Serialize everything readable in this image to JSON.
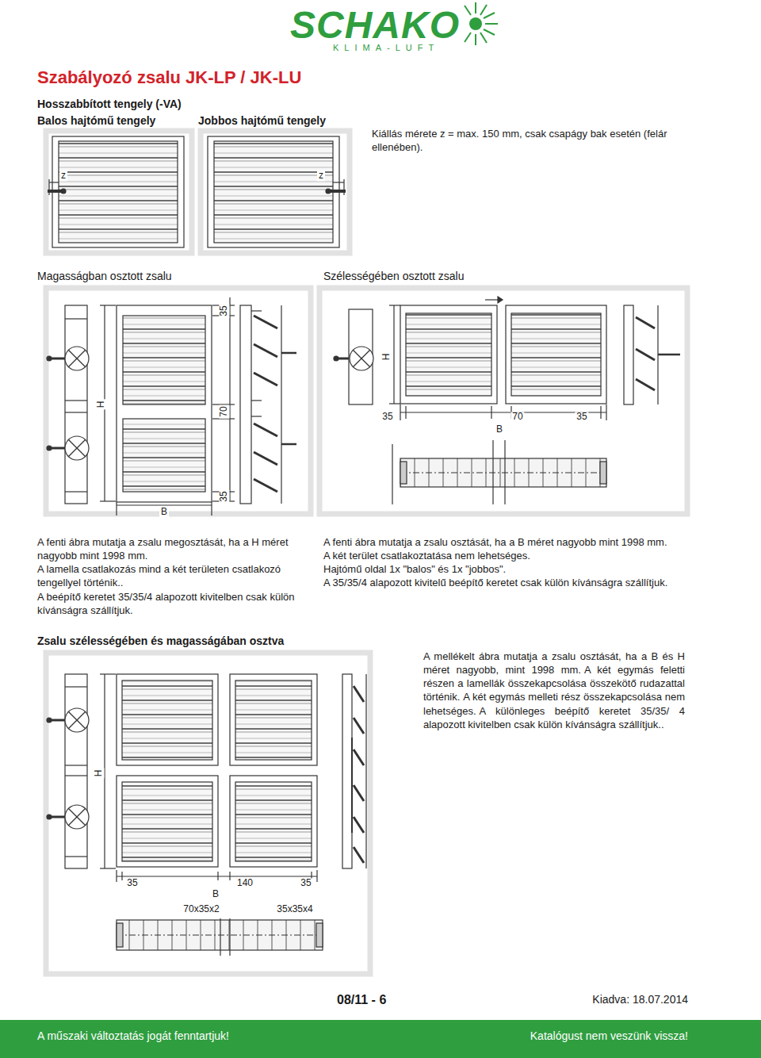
{
  "diagram": {
    "title": "Szabályozó zsalu JK-LP / JK-LU",
    "labels": [
      "SCHAKO",
      "KLIMA-LUFT",
      "Hosszabbított tengely (-VA)",
      "Balos hajtómű tengely",
      "Jobbos hajtómű tengely",
      "Kiállás mérete z = max. 150 mm, csak csapágy bak esetén (felár ellenében).",
      "z",
      "z",
      "Magasságban osztott zsalu",
      "Szélességében osztott zsalu",
      "35",
      "70",
      "35",
      "H",
      "B",
      "H",
      "35",
      "70",
      "35",
      "B",
      "A fenti ábra mutatja a zsalu megosztását, ha a H méret nagyobb mint 1998 mm.",
      "A lamella csatlakozás mind a két területen csatlakozó tengellyel történik..",
      "A beépítő keretet 35/35/4 alapozott kivitelben csak külön kívánságra szállítjuk.",
      "A fenti ábra mutatja a zsalu osztását, ha a B méret nagyobb mint 1998 mm.",
      "A két terület csatlakoztatása nem lehetséges.",
      "Hajtómű oldal 1x \"balos\" és 1x \"jobbos\".",
      "A 35/35/4 alapozott kivitelű beépítő keretet csak külön kívánságra szállítjuk.",
      "Zsalu szélességében és magasságában osztva",
      "A mellékelt ábra mutatja a zsalu osztását, ha a B és H méret nagyobb, mint 1998 mm.",
      "A két egymás feletti részen a lamellák összekapcsolása összekötő rudazattal történik.",
      "A két egymás melleti rész összekapcsolása nem lehetséges.",
      "A különleges beépítő keretet 35/35/ 4 alapozott kivitelben csak külön kívánságra szállítjuk..",
      "H",
      "35",
      "140",
      "35",
      "B",
      "70x35x2",
      "35x35x4",
      "08/11 - 6",
      "Kiadva: 18.07.2014",
      "A műszaki változtatás jogát fenntartjuk!",
      "Katalógust nem veszünk vissza!"
    ]
  }
}
